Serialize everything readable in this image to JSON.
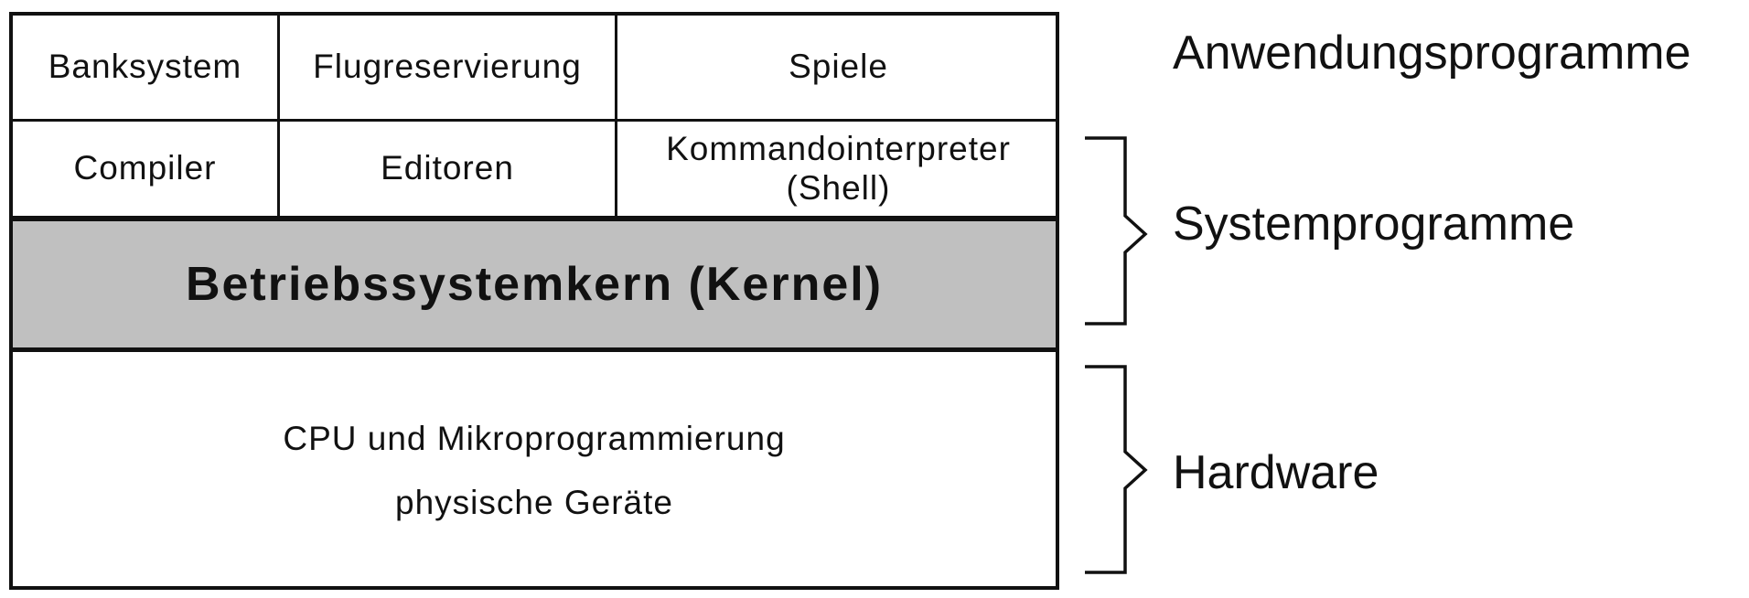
{
  "layers": {
    "applications": {
      "cells": [
        "Banksystem",
        "Flugreservierung",
        "Spiele"
      ]
    },
    "system_programs": {
      "cells": [
        "Compiler",
        "Editoren",
        "Kommandointerpreter",
        "(Shell)"
      ]
    },
    "kernel": {
      "label": "Betriebssystemkern (Kernel)",
      "fill": "#c0c0c0"
    },
    "hardware": {
      "lines": [
        "CPU und Mikroprogrammierung",
        "physische Geräte"
      ]
    }
  },
  "side_labels": {
    "applications": "Anwendungsprogramme",
    "system": "Systemprogramme",
    "hardware": "Hardware"
  }
}
